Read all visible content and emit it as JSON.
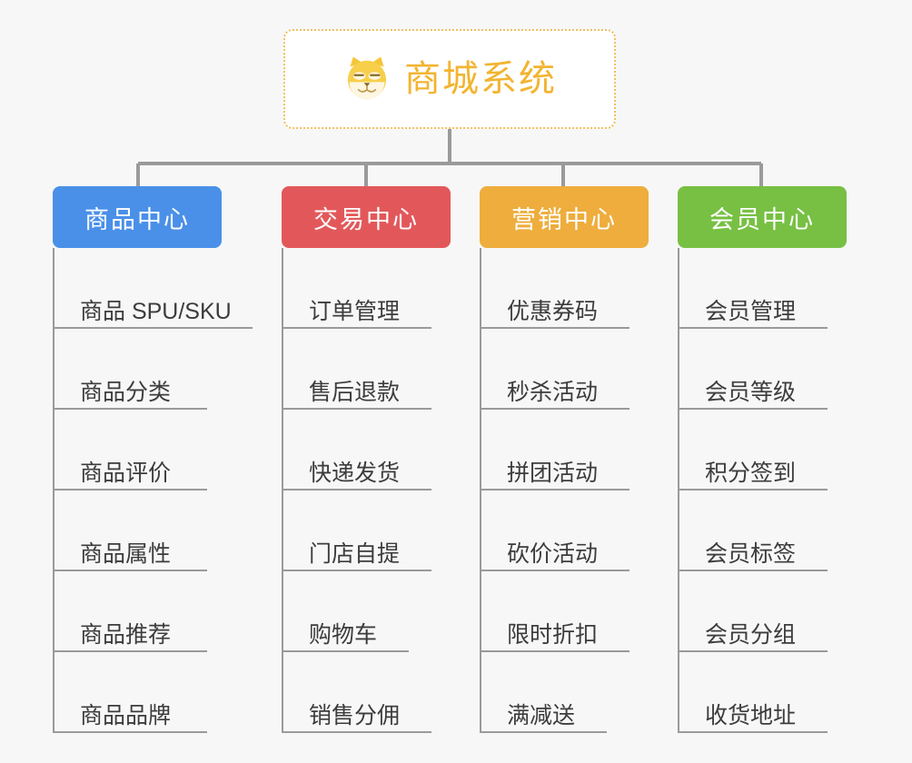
{
  "diagram": {
    "type": "mindmap-tree",
    "background_color": "#f7f7f7",
    "root": {
      "title": "商城系统",
      "emoji_name": "shiba-inu-face",
      "text_color": "#f2b430",
      "border_color": "#f0c060",
      "fill_color": "#ffffff"
    },
    "connector_color": "#9a9a9a",
    "categories": [
      {
        "label": "商品中心",
        "color": "#4a90e8",
        "items": [
          "商品 SPU/SKU",
          "商品分类",
          "商品评价",
          "商品属性",
          "商品推荐",
          "商品品牌"
        ]
      },
      {
        "label": "交易中心",
        "color": "#e2585a",
        "items": [
          "订单管理",
          "售后退款",
          "快递发货",
          "门店自提",
          "购物车",
          "销售分佣"
        ]
      },
      {
        "label": "营销中心",
        "color": "#eead3c",
        "items": [
          "优惠券码",
          "秒杀活动",
          "拼团活动",
          "砍价活动",
          "限时折扣",
          "满减送"
        ]
      },
      {
        "label": "会员中心",
        "color": "#77c043",
        "items": [
          "会员管理",
          "会员等级",
          "积分签到",
          "会员标签",
          "会员分组",
          "收货地址"
        ]
      }
    ]
  }
}
